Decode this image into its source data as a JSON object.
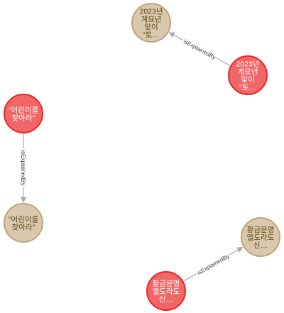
{
  "colors": {
    "source_fill": "#f16667",
    "source_stroke": "#eb2728",
    "target_fill": "#d9c8ae",
    "target_stroke": "#c0a378",
    "edge": "#a5abb6",
    "source_text": "#ffffff",
    "target_text": "#604a0e"
  },
  "nodes": [
    {
      "id": "n1",
      "kind": "target",
      "lines": [
        "2023년",
        "계묘년",
        "맞이",
        "\"토…"
      ]
    },
    {
      "id": "n2",
      "kind": "source",
      "lines": [
        "2023년",
        "계묘년",
        "맞이",
        "\"토…"
      ]
    },
    {
      "id": "n3",
      "kind": "source",
      "lines": [
        "\"어린이를",
        "찾아라\""
      ]
    },
    {
      "id": "n4",
      "kind": "target",
      "lines": [
        "\"어린이를",
        "찾아라\""
      ]
    },
    {
      "id": "n5",
      "kind": "target",
      "lines": [
        "황금문명",
        "엘도라도",
        "신…"
      ]
    },
    {
      "id": "n6",
      "kind": "source",
      "lines": [
        "황금문명",
        "엘도라도",
        "신…"
      ]
    }
  ],
  "edges": [
    {
      "from": "n2",
      "to": "n1",
      "label": "isExplainedBy"
    },
    {
      "from": "n3",
      "to": "n4",
      "label": "isExplainedBy"
    },
    {
      "from": "n6",
      "to": "n5",
      "label": "isExplainedBy"
    }
  ]
}
